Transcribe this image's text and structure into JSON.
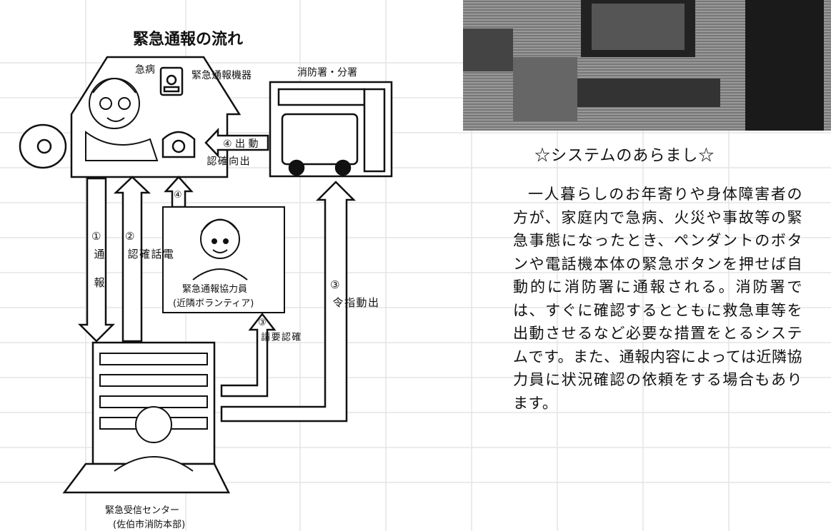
{
  "diagram": {
    "title": "緊急通報の流れ",
    "sick_label": "急病",
    "device_label": "緊急通報機器",
    "fire_station_label": "消防署・分署",
    "dispatch_label": "④ 出 動",
    "confirm_outgoing_label": "出向確認",
    "step4_label": "④",
    "report_num": "①",
    "report_label": "通 報",
    "phone_confirm_num": "②",
    "phone_confirm_label": "電話確認",
    "dispatch_order_num": "③",
    "dispatch_order_label": "出動指令",
    "confirm_request_num": "③",
    "confirm_request_label": "確認要請",
    "volunteer_label": "緊急通報協力員",
    "volunteer_sub": "(近隣ボランティア)",
    "center_label": "緊急受信センター",
    "center_sub": "(佐伯市消防本部)"
  },
  "system": {
    "title": "☆システムのあらまし☆",
    "body": "一人暮らしのお年寄りや身体障害者の方が、家庭内で急病、火災や事故等の緊急事態になったとき、ペンダントのボタンや電話機本体の緊急ボタンを押せば自動的に消防署に通報される。消防署では、すぐに確認するとともに救急車等を出動させるなど必要な措置をとるシステムです。また、通報内容によっては近隣協力員に状況確認の依頼をする場合もあります。"
  },
  "colors": {
    "ink": "#111111",
    "photo": "#888888"
  }
}
